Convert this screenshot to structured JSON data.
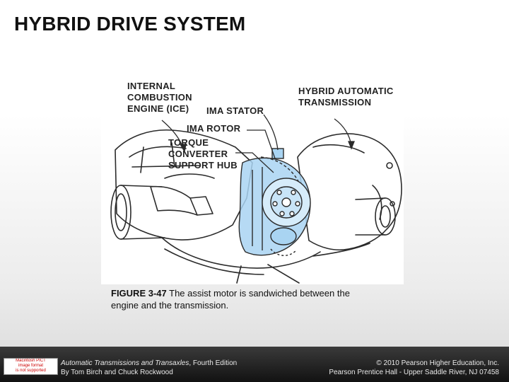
{
  "slide": {
    "title": "HYBRID DRIVE SYSTEM"
  },
  "figure": {
    "callouts": {
      "ice": "INTERNAL\nCOMBUSTION\nENGINE (ICE)",
      "stator": "IMA STATOR",
      "rotor": "IMA ROTOR",
      "hub": "TORQUE\nCONVERTER\nSUPPORT HUB",
      "transmission": "HYBRID AUTOMATIC\nTRANSMISSION"
    },
    "colors": {
      "highlight": "#a9d4f2",
      "line": "#2b2b2b"
    }
  },
  "caption": {
    "label": "FIGURE 3-47",
    "text": " The assist motor is sandwiched between the engine and the transmission."
  },
  "footer": {
    "badge_text": "Macintosh PICT\nimage format\nis not supported",
    "book_title": "Automatic Transmissions and Transaxles",
    "edition": ", Fourth Edition",
    "authors": "By Tom Birch and Chuck Rockwood",
    "copyright": "© 2010 Pearson Higher Education, Inc.",
    "publisher": "Pearson Prentice Hall - Upper Saddle River, NJ 07458"
  }
}
